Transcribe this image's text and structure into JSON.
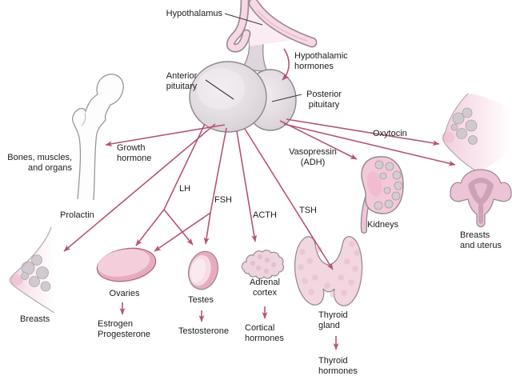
{
  "title": "Hypothalamus and pituitary hormones diagram",
  "colors": {
    "background": "#ffffff",
    "arrow": "#b4537a",
    "pointer": "#3b3b3b",
    "text": "#1c1c1c",
    "organ_outline": "#8d8791",
    "organ_pink": "#f3c9d8",
    "organ_pink_deep": "#e7abc1",
    "gland_fill": "#ded6dc",
    "hypothalamus_pink": "#f6d9e4",
    "lobule_gray": "#cfc8ce"
  },
  "labels": {
    "hypothalamus": "Hypothalamus",
    "hypothalamic_hormones": "Hypothalamic\nhormones",
    "anterior_pituitary": "Anterior\npituitary",
    "posterior_pituitary": "Posterior\npituitary",
    "oxytocin": "Oxytocin",
    "vasopressin_adh": "Vasopressin\n(ADH)",
    "growth_hormone": "Growth\nhormone",
    "bones_muscles_organs": "Bones, muscles,\nand organs",
    "prolactin": "Prolactin",
    "lh": "LH",
    "fsh": "FSH",
    "acth": "ACTH",
    "tsh": "TSH",
    "kidneys": "Kidneys",
    "breasts_and_uterus": "Breasts\nand uterus",
    "breasts": "Breasts",
    "ovaries": "Ovaries",
    "estrogen_progesterone": "Estrogen\nProgesterone",
    "testes": "Testes",
    "testosterone": "Testosterone",
    "adrenal_cortex": "Adrenal\ncortex",
    "cortical_hormones": "Cortical\nhormones",
    "thyroid_gland": "Thyroid\ngland",
    "thyroid_hormones": "Thyroid\nhormones"
  }
}
